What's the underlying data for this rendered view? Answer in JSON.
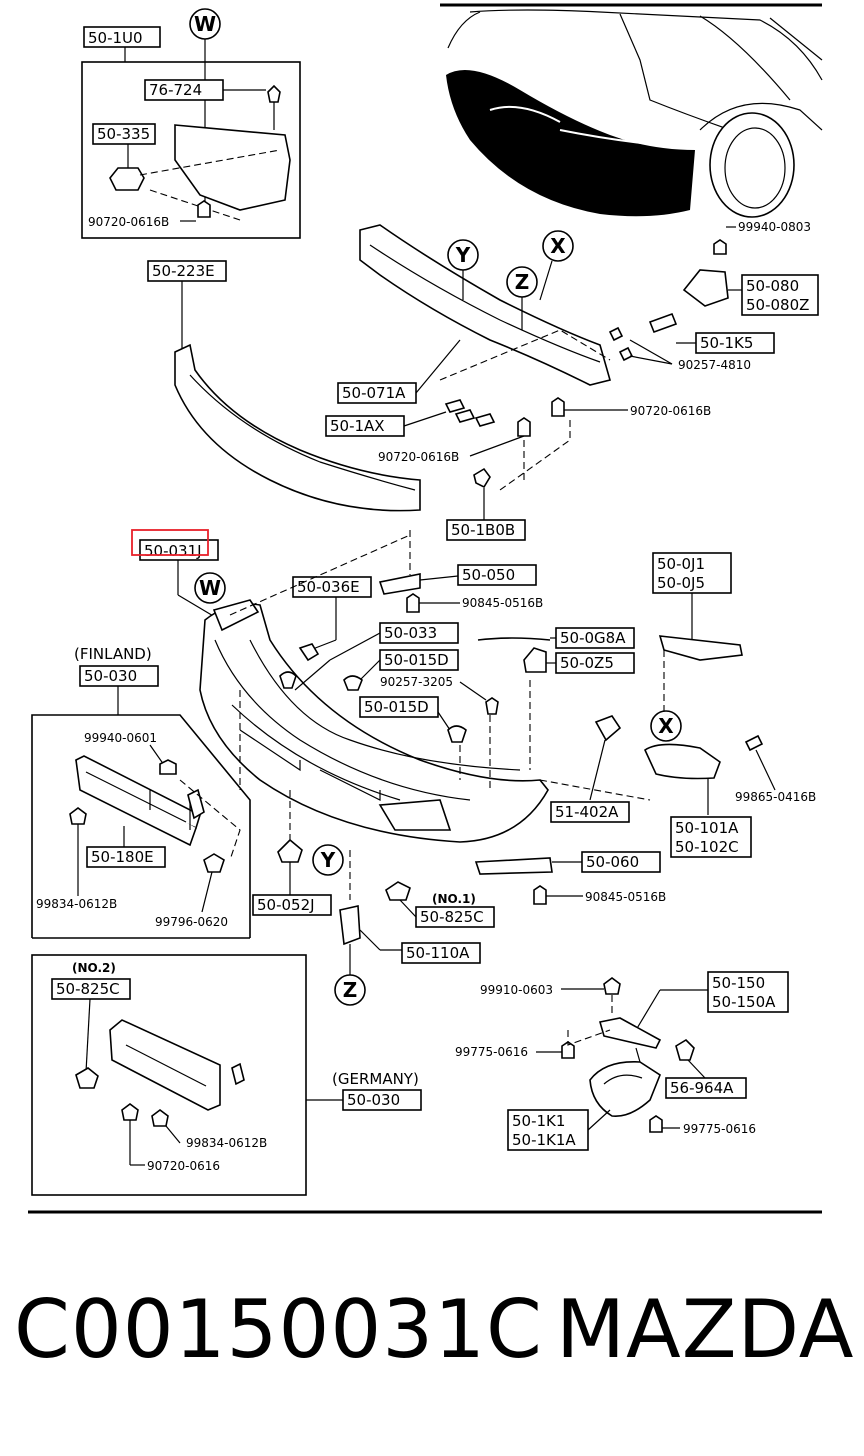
{
  "labels": {
    "p50_1u0": "50-1U0",
    "p76_724": "76-724",
    "p50_335": "50-335",
    "p90720_0616b_a": "90720-0616B",
    "p50_223e": "50-223E",
    "p99940_0803": "99940-0803",
    "p50_080": "50-080",
    "p50_080z": "50-080Z",
    "p50_1k5": "50-1K5",
    "p90257_4810": "90257-4810",
    "p50_071a": "50-071A",
    "p90720_0616b_b": "90720-0616B",
    "p50_1ax": "50-1AX",
    "p90720_0616b_c": "90720-0616B",
    "p50_1b0b": "50-1B0B",
    "p50_031j": "50-031J",
    "p50_050": "50-050",
    "p50_036e": "50-036E",
    "p90845_0516b_a": "90845-0516B",
    "p50_0j1": "50-0J1",
    "p50_0j5": "50-0J5",
    "p50_033": "50-033",
    "p50_0g8a": "50-0G8A",
    "p50_015d_a": "50-015D",
    "p50_0z5": "50-0Z5",
    "p90257_3205": "90257-3205",
    "p50_015d_b": "50-015D",
    "finland": "(FINLAND)",
    "p50_030_fin": "50-030",
    "p99940_0601": "99940-0601",
    "p51_402a": "51-402A",
    "p99865_0416b": "99865-0416B",
    "p50_180e": "50-180E",
    "p50_101a": "50-101A",
    "p50_102c": "50-102C",
    "p50_060": "50-060",
    "p99834_0612b_a": "99834-0612B",
    "p99796_0620": "99796-0620",
    "p50_052j": "50-052J",
    "no1": "(NO.1)",
    "p50_825c_a": "50-825C",
    "p90845_0516b_b": "90845-0516B",
    "p50_110a": "50-110A",
    "no2": "(NO.2)",
    "p50_825c_b": "50-825C",
    "p99910_0603": "99910-0603",
    "p50_150": "50-150",
    "p50_150a": "50-150A",
    "p99775_0616_a": "99775-0616",
    "p56_964a": "56-964A",
    "germany": "(GERMANY)",
    "p50_030_ger": "50-030",
    "p50_1k1": "50-1K1",
    "p50_1k1a": "50-1K1A",
    "p99775_0616_b": "99775-0616",
    "p99834_0612b_b": "99834-0612B",
    "p90720_0616": "90720-0616"
  },
  "callouts": {
    "w": "W",
    "y": "Y",
    "z": "Z",
    "x": "X"
  },
  "highlight_color": "#e8202a",
  "footer": {
    "code": "C00150031C",
    "brand": "MAZDA"
  }
}
